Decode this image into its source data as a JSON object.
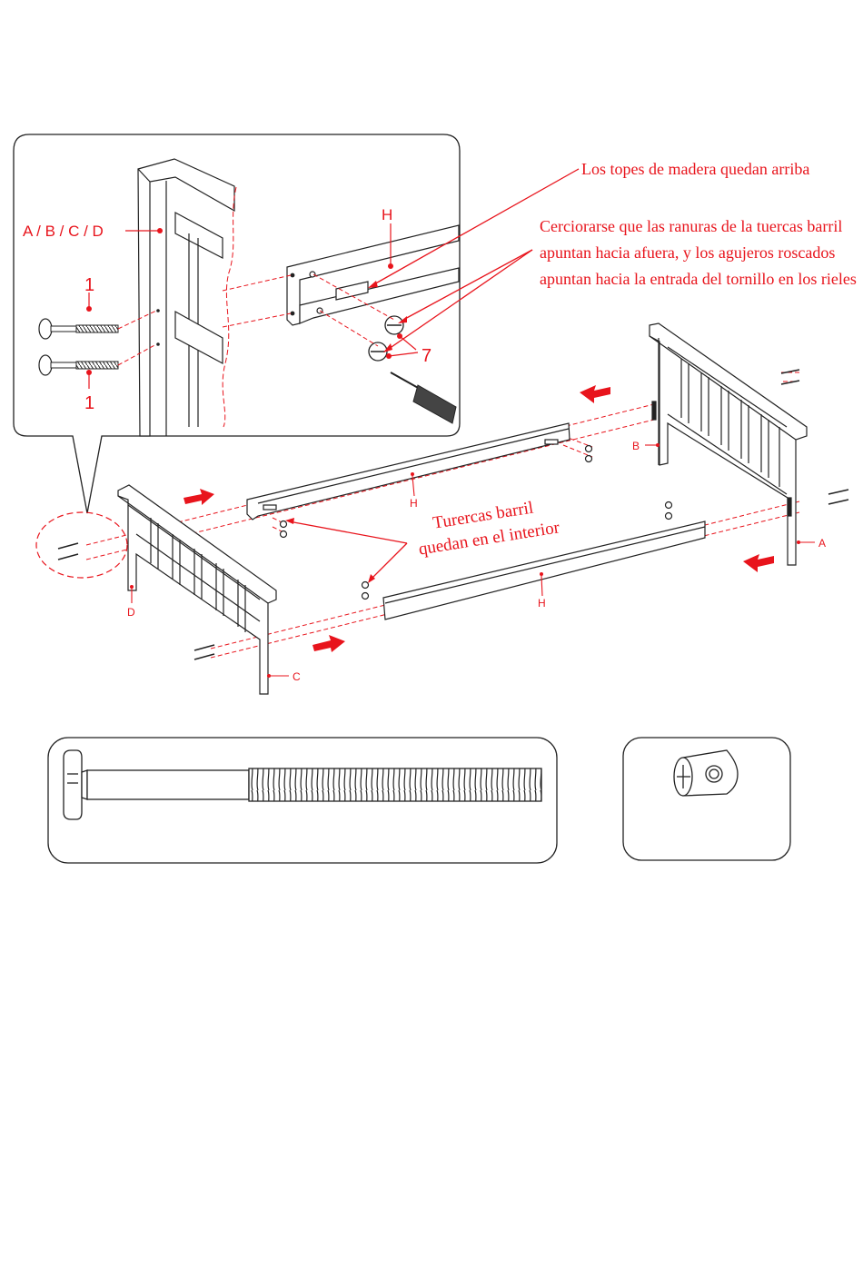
{
  "colors": {
    "accent": "#e8141c",
    "line": "#222222",
    "wood_fill": "#ffffff"
  },
  "labels": {
    "part_abcd": "A / B / C / D",
    "part_h_inset": "H",
    "bolt_top": "1",
    "bolt_bottom": "1",
    "barrel_nut_number": "7",
    "part_a": "A",
    "part_b": "B",
    "part_c": "C",
    "part_d": "D",
    "rail_top": "H",
    "rail_front": "H"
  },
  "notes": {
    "wood_stops": "Los topes de madera quedan arriba",
    "slots_line1": "Cerciorarse que las ranuras de la tuercas barril",
    "slots_line2": "apuntan hacia afuera, y los agujeros roscados",
    "slots_line3": "apuntan hacia la entrada del tornillo en los rieles",
    "inside_line1": "Turercas barril",
    "inside_line2": "quedan en el interior"
  },
  "icons": {
    "bolt": "allen-bolt-icon",
    "barrel_nut": "barrel-nut-icon",
    "screwdriver": "screwdriver-icon",
    "arrow": "direction-arrow-icon"
  }
}
